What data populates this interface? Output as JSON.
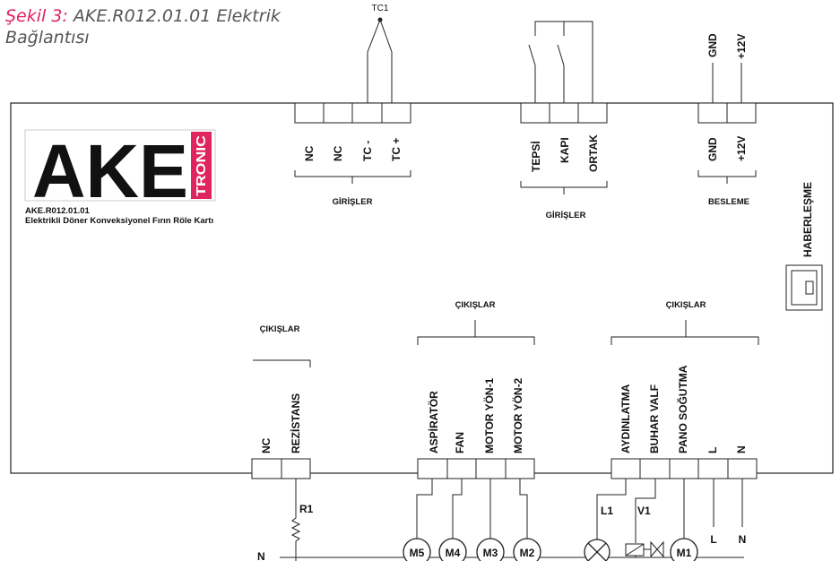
{
  "caption": {
    "prefix": "Şekil 3:",
    "text": "AKE.R012.01.01 Elektrik Bağlantısı"
  },
  "logo": {
    "brand": "AKE",
    "sub": "TRONIC",
    "model": "AKE.R012.01.01",
    "description": "Elektrikli Döner Konveksiyonel Fırın Röle Kartı",
    "colors": {
      "brand": "#111111",
      "sub_bg": "#e0245e",
      "sub_text": "#ffffff"
    }
  },
  "top_left_block": {
    "terminals": [
      "NC",
      "NC",
      "TC -",
      "TC +"
    ],
    "group_label": "GİRİŞLER",
    "sensor_label": "TC1"
  },
  "top_mid_block": {
    "terminals": [
      "TEPSİ",
      "KAPI",
      "ORTAK"
    ],
    "group_label": "GİRİŞLER"
  },
  "top_right_block": {
    "terminals": [
      "GND",
      "+12V"
    ],
    "external_labels": [
      "GND",
      "+12V"
    ],
    "group_label": "BESLEME"
  },
  "comm": {
    "label": "HABERLEŞME"
  },
  "bottom_left_block": {
    "group_label": "ÇIKIŞLAR",
    "terminals": [
      "NC",
      "REZİSTANS"
    ],
    "component_label": "R1",
    "neutral_label": "N"
  },
  "bottom_mid_block": {
    "group_label": "ÇIKIŞLAR",
    "terminals": [
      "ASPİRATÖR",
      "FAN",
      "MOTOR YÖN-1",
      "MOTOR YÖN-2"
    ],
    "motors": [
      "M5",
      "M4",
      "M3",
      "M2"
    ]
  },
  "bottom_right_block": {
    "group_label": "ÇIKIŞLAR",
    "terminals": [
      "AYDINLATMA",
      "BUHAR VALF",
      "PANO SOĞUTMA",
      "L",
      "N"
    ],
    "components": [
      "L1",
      "V1",
      "M1"
    ],
    "line_labels": [
      "L",
      "N"
    ]
  }
}
